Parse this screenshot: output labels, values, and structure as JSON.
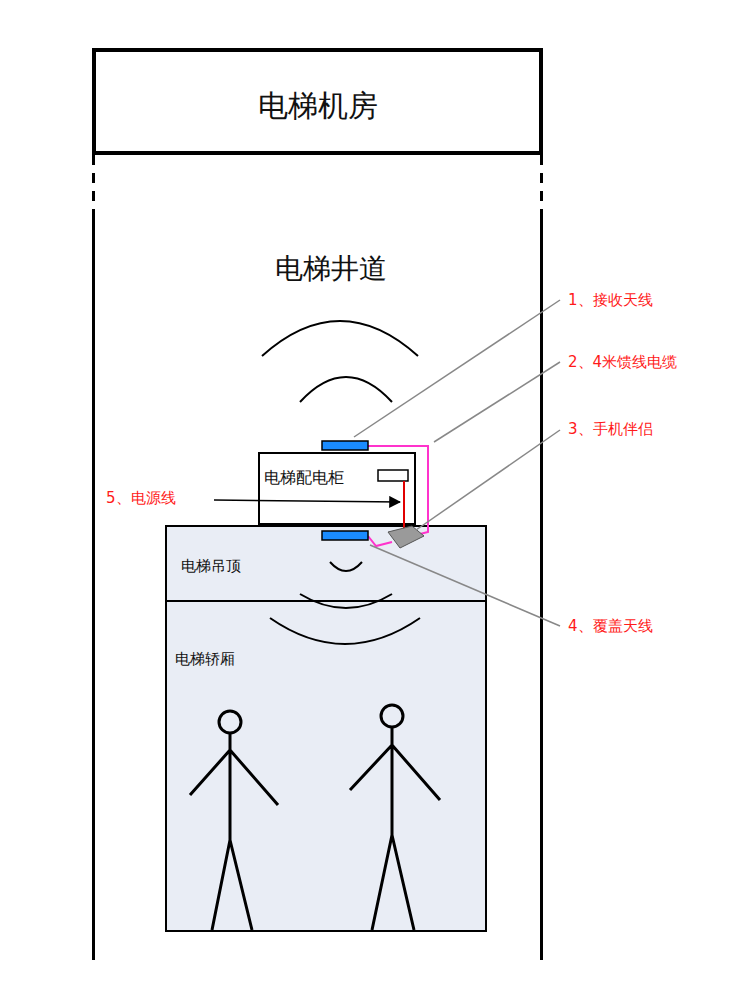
{
  "diagram": {
    "nodes": [
      {
        "text": [
          "电梯机房"
        ]
      },
      {
        "text": [
          "电梯井道"
        ]
      },
      {
        "text": [
          "电梯配电柜"
        ],
        "in": 1
      },
      {
        "text": [
          "电梯吊顶"
        ],
        "in": 1
      },
      {
        "text": [
          "电梯轿厢"
        ],
        "in": 1
      }
    ],
    "labels": [
      "1、接收天线",
      "2、4米馈线电缆",
      "3、手机伴侣",
      "4、覆盖天线",
      "5、电源线"
    ]
  }
}
